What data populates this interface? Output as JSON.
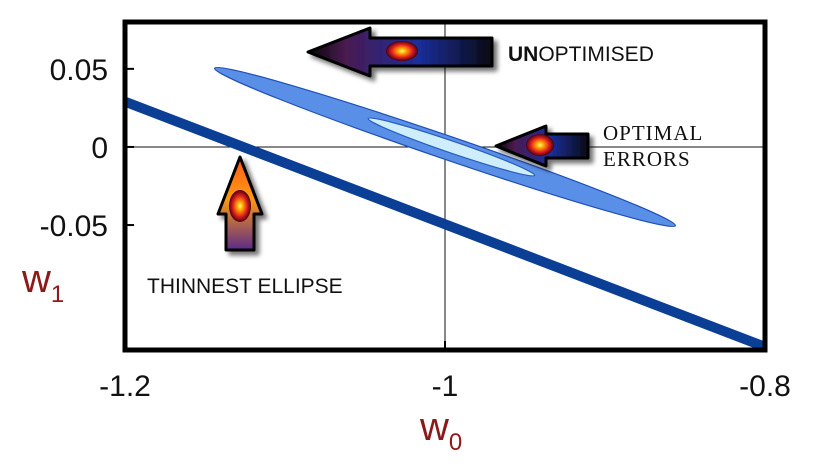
{
  "chart_data": {
    "type": "scatter",
    "xlabel": "w",
    "xlabel_sub": "0",
    "ylabel": "w",
    "ylabel_sub": "1",
    "xlim": [
      -1.2,
      -0.8
    ],
    "ylim": [
      -0.13,
      0.08
    ],
    "xticks": [
      -1.2,
      -1,
      -0.8
    ],
    "xtick_labels": [
      "-1.2",
      "-1",
      "-0.8"
    ],
    "yticks": [
      0.05,
      0,
      -0.05
    ],
    "ytick_labels": [
      "0.05",
      "0",
      "-0.05"
    ],
    "reference_lines": {
      "x": -1,
      "y": 0
    },
    "line": {
      "name": "THINNEST ELLIPSE",
      "x": [
        -1.2,
        -0.8
      ],
      "y": [
        0.029,
        -0.128
      ]
    },
    "ellipses": [
      {
        "name": "UNOPTIMISED",
        "center": [
          -1.0,
          0.0
        ],
        "x_extent": [
          -1.144,
          -0.856
        ],
        "slope": -0.35,
        "minor_halfwidth": 0.0075
      },
      {
        "name": "OPTIMAL ERRORS",
        "center": [
          -0.996,
          0.0
        ],
        "x_extent": [
          -1.048,
          -0.944
        ],
        "slope": -0.35,
        "minor_halfwidth": 0.0038
      }
    ],
    "annotations": [
      {
        "id": "unoptimised",
        "bold_part": "UN",
        "rest": "OPTIMISED"
      },
      {
        "id": "optimal",
        "lines": [
          "OPTIMAL",
          "ERRORS"
        ]
      },
      {
        "id": "thinnest",
        "text": "THINNEST ELLIPSE"
      }
    ],
    "colors": {
      "thinnest_line": "#0b3e95",
      "outer_ellipse_fill": "#5a8fe8",
      "outer_ellipse_stroke": "#1f4fb5",
      "inner_ellipse_fill": "#cdeefa",
      "inner_ellipse_stroke": "#2a5cc0",
      "axis_label": "#8b1a1a"
    }
  }
}
